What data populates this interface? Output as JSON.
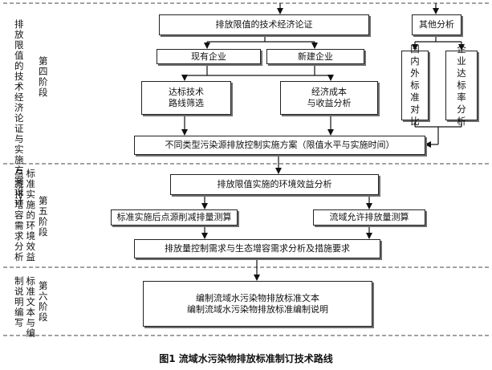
{
  "caption": "图1  流域水污染物排放标准制订技术路线",
  "stages": [
    {
      "id": "stage4",
      "title": "排放限值的技术经济论证与实施方案设计",
      "name": "第四阶段"
    },
    {
      "id": "stage5",
      "title": "标准实施的环境效益与减排增容需求分析",
      "name": "第五阶段"
    },
    {
      "id": "stage6",
      "title": "标准文本与编制说明编写",
      "name": "第六阶段"
    }
  ],
  "nodes": {
    "tech_econ": "排放限值的技术经济论证",
    "other_analysis": "其他分析",
    "existing_ent": "现有企业",
    "new_ent": "新建企业",
    "domestic_foreign": "国内外标准对比",
    "compliance_rate": "企业达标率分析",
    "screening": "达标技术\n路线筛选",
    "cost_benefit": "经济成本\n与收益分析",
    "implementation_plan": "不同类型污染源排放控制实施方案（限值水平与实施时间）",
    "env_benefit": "排放限值实施的环境效益分析",
    "point_reduction": "标准实施后点源削减排量测算",
    "basin_capacity": "流域允许排放量测算",
    "control_demand": "排放量控制需求与生态增容需求分析及措施要求",
    "draft_text": "编制流域水污染物排放标准文本\n编制流域水污染物排放标准编制说明"
  }
}
